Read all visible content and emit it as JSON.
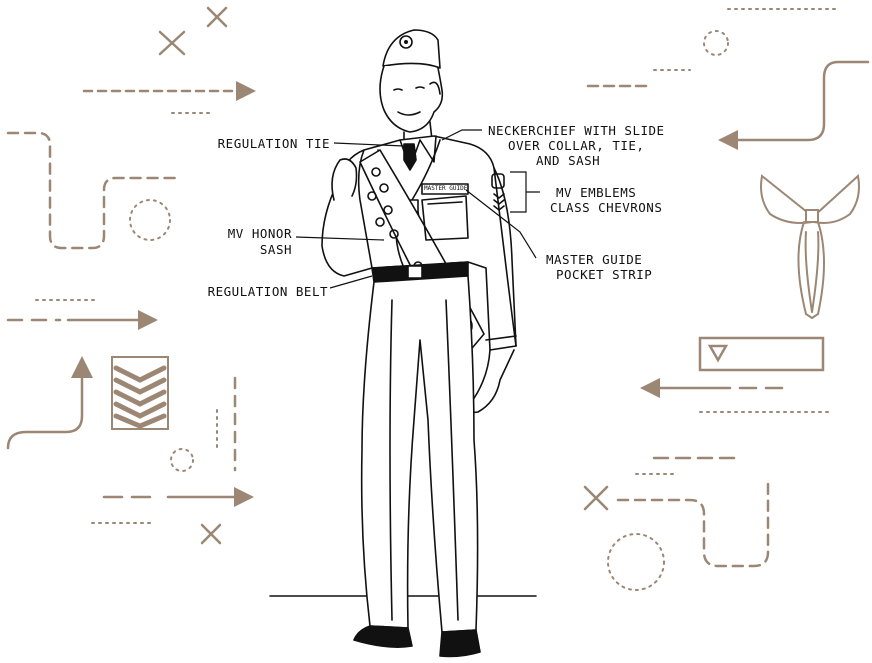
{
  "colors": {
    "ornament": "#9c8775",
    "ink": "#111111",
    "background": "#ffffff"
  },
  "icons": [
    "close-icon",
    "arrow-right-icon",
    "arrow-left-icon",
    "arrow-up-icon",
    "chevron-stack-icon",
    "neckerchief-icon",
    "triangle-down-icon"
  ],
  "callouts": {
    "regulation_tie": "REGULATION TIE",
    "neckerchief_1": "NECKERCHIEF WITH SLIDE",
    "neckerchief_2": "OVER COLLAR, TIE,",
    "neckerchief_3": "AND SASH",
    "emblems_1": "MV EMBLEMS",
    "emblems_2": "CLASS CHEVRONS",
    "honor_sash_1": "MV HONOR",
    "honor_sash_2": "SASH",
    "master_guide_1": "MASTER GUIDE",
    "master_guide_2": "POCKET STRIP",
    "regulation_belt": "REGULATION BELT",
    "pocket_strip_text": "MASTER GUIDE"
  }
}
